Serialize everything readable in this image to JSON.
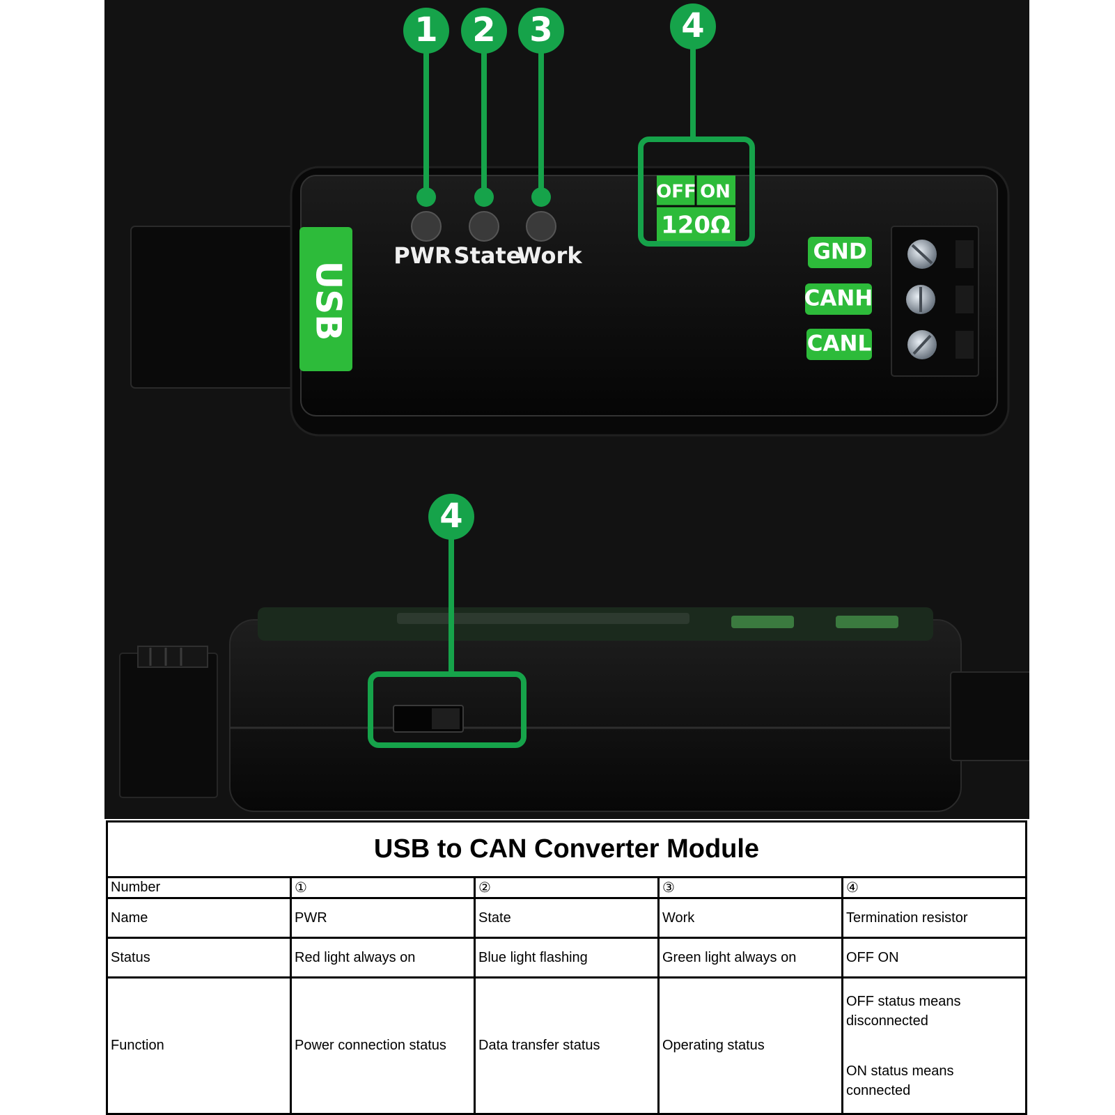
{
  "photo": {
    "callouts": [
      "1",
      "2",
      "3",
      "4",
      "4"
    ],
    "led_labels": [
      "PWR",
      "State",
      "Work"
    ],
    "usb_label": "USB",
    "switch_labels": {
      "off": "OFF",
      "on": "ON",
      "resistor": "120Ω"
    },
    "terminal_labels": [
      "GND",
      "CANH",
      "CANL"
    ],
    "colors": {
      "accent_green": "#16a34a",
      "background": "#121212",
      "device_body": "#0c0c0c"
    }
  },
  "table": {
    "title": "USB to CAN Converter Module",
    "rows": [
      {
        "header": "Number",
        "cells": [
          "①",
          "②",
          "③",
          "④"
        ]
      },
      {
        "header": "Name",
        "cells": [
          "PWR",
          "State",
          "Work",
          "Termination resistor"
        ]
      },
      {
        "header": "Status",
        "cells": [
          "Red light always on",
          "Blue light flashing",
          "Green light always on",
          "OFF ON"
        ]
      },
      {
        "header": "Function",
        "cells": [
          "Power connection status",
          "Data transfer status",
          "Operating status"
        ]
      }
    ],
    "function_termination": [
      "OFF status means",
      "disconnected",
      "ON status means",
      "connected"
    ]
  }
}
